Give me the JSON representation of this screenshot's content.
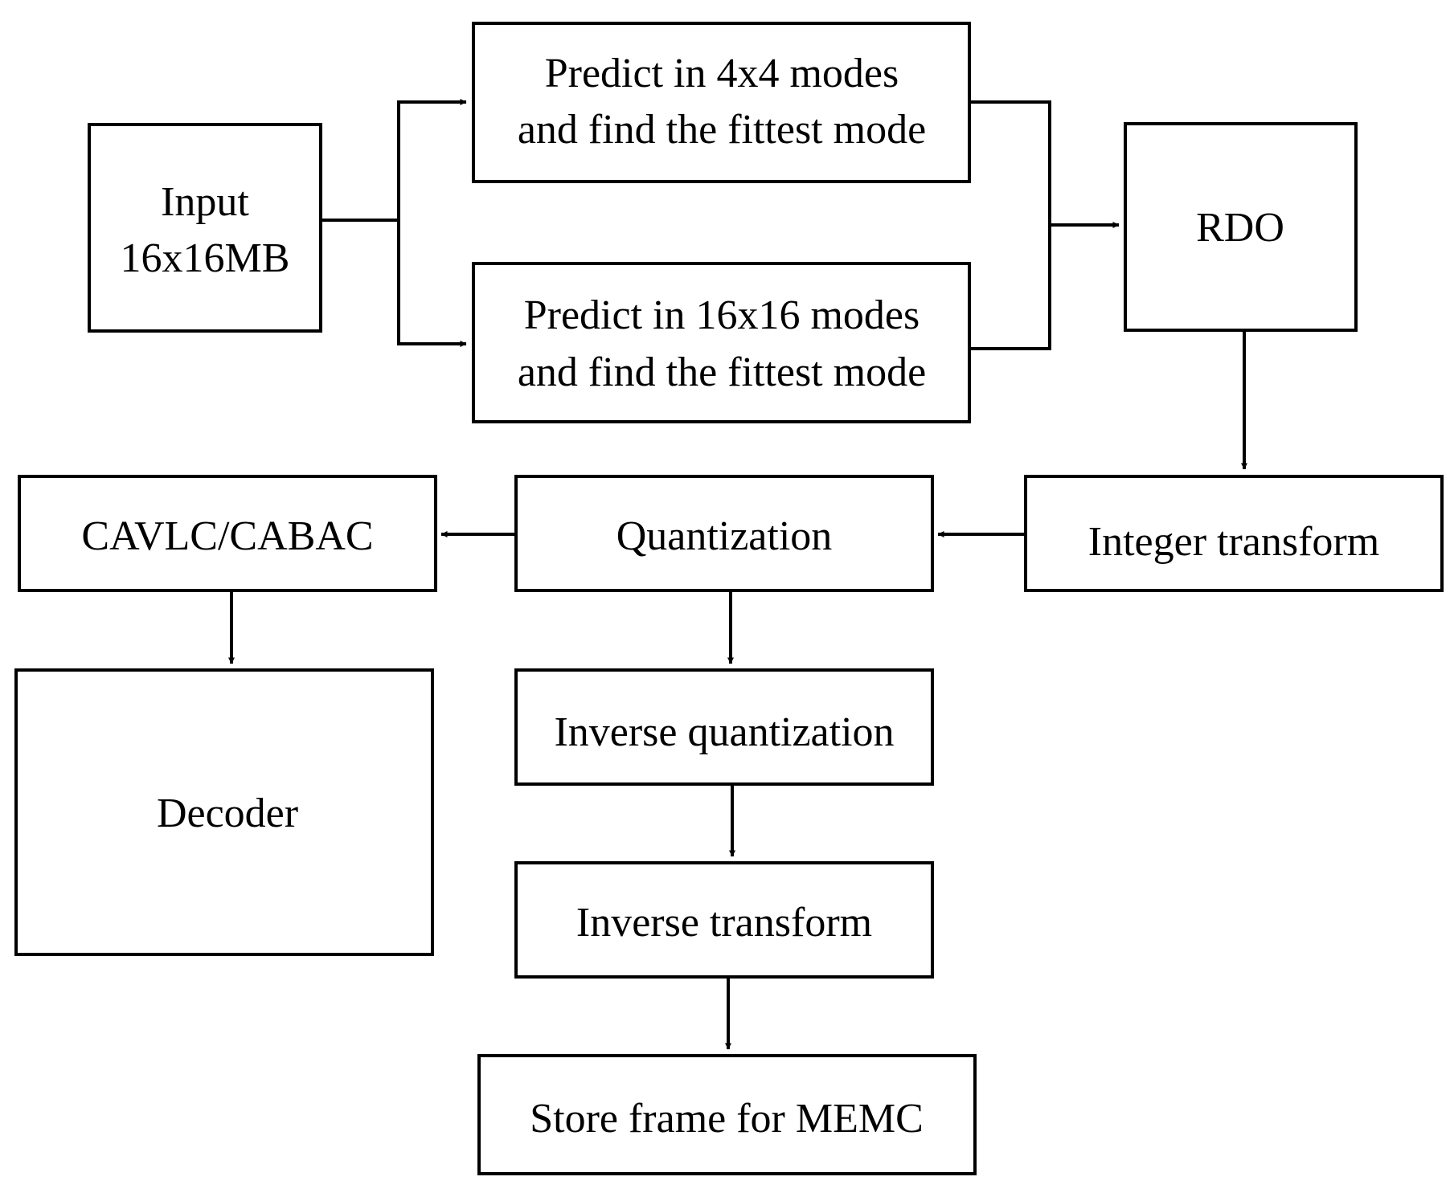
{
  "diagram": {
    "nodes": {
      "input": {
        "lines": [
          "Input",
          "16x16MB"
        ]
      },
      "predict_4x4": {
        "lines": [
          "Predict in 4x4 modes",
          "and find the fittest mode"
        ]
      },
      "predict_16x16": {
        "lines": [
          "Predict in 16x16 modes",
          "and find the fittest mode"
        ]
      },
      "rdo": {
        "lines": [
          "RDO"
        ]
      },
      "integer_transform": {
        "lines": [
          "Integer transform"
        ]
      },
      "quantization": {
        "lines": [
          "Quantization"
        ]
      },
      "cavlc_cabac": {
        "lines": [
          "CAVLC/CABAC"
        ]
      },
      "decoder": {
        "lines": [
          "Decoder"
        ]
      },
      "inverse_quantization": {
        "lines": [
          "Inverse quantization"
        ]
      },
      "inverse_transform": {
        "lines": [
          "Inverse transform"
        ]
      },
      "store_frame": {
        "lines": [
          "Store frame for MEMC"
        ]
      }
    },
    "edges": [
      {
        "from": "input",
        "to": "predict_4x4"
      },
      {
        "from": "input",
        "to": "predict_16x16"
      },
      {
        "from": "predict_4x4",
        "to": "rdo"
      },
      {
        "from": "predict_16x16",
        "to": "rdo"
      },
      {
        "from": "rdo",
        "to": "integer_transform"
      },
      {
        "from": "integer_transform",
        "to": "quantization"
      },
      {
        "from": "quantization",
        "to": "cavlc_cabac"
      },
      {
        "from": "cavlc_cabac",
        "to": "decoder"
      },
      {
        "from": "quantization",
        "to": "inverse_quantization"
      },
      {
        "from": "inverse_quantization",
        "to": "inverse_transform"
      },
      {
        "from": "inverse_transform",
        "to": "store_frame"
      }
    ]
  }
}
